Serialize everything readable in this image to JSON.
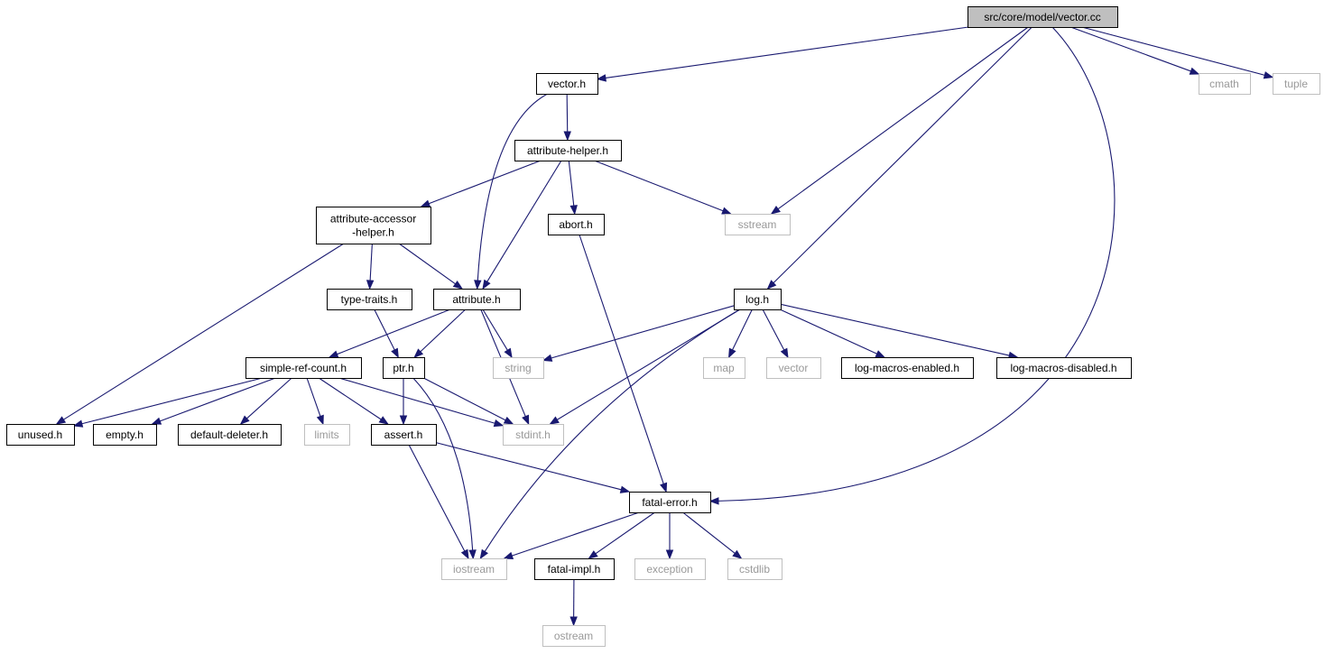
{
  "graph": {
    "colors": {
      "edge": "#191970",
      "root_fill": "#bfbfbf",
      "internal_border": "#000000",
      "external_border": "#bfbfbf",
      "external_text": "#999999"
    },
    "nodes": [
      {
        "id": "vector-cc",
        "label": "src/core/model/vector.cc",
        "kind": "root"
      },
      {
        "id": "vector-h",
        "label": "vector.h",
        "kind": "internal"
      },
      {
        "id": "cmath",
        "label": "cmath",
        "kind": "external"
      },
      {
        "id": "tuple",
        "label": "tuple",
        "kind": "external"
      },
      {
        "id": "attribute-helper-h",
        "label": "attribute-helper.h",
        "kind": "internal"
      },
      {
        "id": "attribute-accessor-helper-h",
        "label": "attribute-accessor\n-helper.h",
        "kind": "internal"
      },
      {
        "id": "abort-h",
        "label": "abort.h",
        "kind": "internal"
      },
      {
        "id": "sstream",
        "label": "sstream",
        "kind": "external"
      },
      {
        "id": "type-traits-h",
        "label": "type-traits.h",
        "kind": "internal"
      },
      {
        "id": "attribute-h",
        "label": "attribute.h",
        "kind": "internal"
      },
      {
        "id": "log-h",
        "label": "log.h",
        "kind": "internal"
      },
      {
        "id": "simple-ref-count-h",
        "label": "simple-ref-count.h",
        "kind": "internal"
      },
      {
        "id": "ptr-h",
        "label": "ptr.h",
        "kind": "internal"
      },
      {
        "id": "string",
        "label": "string",
        "kind": "external"
      },
      {
        "id": "map",
        "label": "map",
        "kind": "external"
      },
      {
        "id": "vector",
        "label": "vector",
        "kind": "external"
      },
      {
        "id": "log-macros-enabled-h",
        "label": "log-macros-enabled.h",
        "kind": "internal"
      },
      {
        "id": "log-macros-disabled-h",
        "label": "log-macros-disabled.h",
        "kind": "internal"
      },
      {
        "id": "unused-h",
        "label": "unused.h",
        "kind": "internal"
      },
      {
        "id": "empty-h",
        "label": "empty.h",
        "kind": "internal"
      },
      {
        "id": "default-deleter-h",
        "label": "default-deleter.h",
        "kind": "internal"
      },
      {
        "id": "limits",
        "label": "limits",
        "kind": "external"
      },
      {
        "id": "assert-h",
        "label": "assert.h",
        "kind": "internal"
      },
      {
        "id": "stdint-h",
        "label": "stdint.h",
        "kind": "external"
      },
      {
        "id": "fatal-error-h",
        "label": "fatal-error.h",
        "kind": "internal"
      },
      {
        "id": "iostream",
        "label": "iostream",
        "kind": "external"
      },
      {
        "id": "fatal-impl-h",
        "label": "fatal-impl.h",
        "kind": "internal"
      },
      {
        "id": "exception",
        "label": "exception",
        "kind": "external"
      },
      {
        "id": "cstdlib",
        "label": "cstdlib",
        "kind": "external"
      },
      {
        "id": "ostream",
        "label": "ostream",
        "kind": "external"
      }
    ],
    "edges": [
      {
        "from": "vector-cc",
        "to": "vector-h"
      },
      {
        "from": "vector-cc",
        "to": "sstream"
      },
      {
        "from": "vector-cc",
        "to": "log-h"
      },
      {
        "from": "vector-cc",
        "to": "fatal-error-h"
      },
      {
        "from": "vector-cc",
        "to": "cmath"
      },
      {
        "from": "vector-cc",
        "to": "tuple"
      },
      {
        "from": "vector-h",
        "to": "attribute-helper-h"
      },
      {
        "from": "vector-h",
        "to": "attribute-h"
      },
      {
        "from": "attribute-helper-h",
        "to": "attribute-accessor-helper-h"
      },
      {
        "from": "attribute-helper-h",
        "to": "abort-h"
      },
      {
        "from": "attribute-helper-h",
        "to": "sstream"
      },
      {
        "from": "attribute-helper-h",
        "to": "attribute-h"
      },
      {
        "from": "attribute-accessor-helper-h",
        "to": "type-traits-h"
      },
      {
        "from": "attribute-accessor-helper-h",
        "to": "attribute-h"
      },
      {
        "from": "attribute-accessor-helper-h",
        "to": "unused-h"
      },
      {
        "from": "abort-h",
        "to": "fatal-error-h"
      },
      {
        "from": "type-traits-h",
        "to": "ptr-h"
      },
      {
        "from": "attribute-h",
        "to": "simple-ref-count-h"
      },
      {
        "from": "attribute-h",
        "to": "ptr-h"
      },
      {
        "from": "attribute-h",
        "to": "string"
      },
      {
        "from": "attribute-h",
        "to": "stdint-h"
      },
      {
        "from": "log-h",
        "to": "string"
      },
      {
        "from": "log-h",
        "to": "map"
      },
      {
        "from": "log-h",
        "to": "vector"
      },
      {
        "from": "log-h",
        "to": "log-macros-enabled-h"
      },
      {
        "from": "log-h",
        "to": "log-macros-disabled-h"
      },
      {
        "from": "log-h",
        "to": "stdint-h"
      },
      {
        "from": "log-h",
        "to": "iostream"
      },
      {
        "from": "simple-ref-count-h",
        "to": "unused-h"
      },
      {
        "from": "simple-ref-count-h",
        "to": "empty-h"
      },
      {
        "from": "simple-ref-count-h",
        "to": "default-deleter-h"
      },
      {
        "from": "simple-ref-count-h",
        "to": "limits"
      },
      {
        "from": "simple-ref-count-h",
        "to": "assert-h"
      },
      {
        "from": "simple-ref-count-h",
        "to": "stdint-h"
      },
      {
        "from": "ptr-h",
        "to": "assert-h"
      },
      {
        "from": "ptr-h",
        "to": "stdint-h"
      },
      {
        "from": "ptr-h",
        "to": "iostream"
      },
      {
        "from": "assert-h",
        "to": "fatal-error-h"
      },
      {
        "from": "assert-h",
        "to": "iostream"
      },
      {
        "from": "fatal-error-h",
        "to": "iostream"
      },
      {
        "from": "fatal-error-h",
        "to": "fatal-impl-h"
      },
      {
        "from": "fatal-error-h",
        "to": "exception"
      },
      {
        "from": "fatal-error-h",
        "to": "cstdlib"
      },
      {
        "from": "fatal-impl-h",
        "to": "ostream"
      }
    ]
  }
}
